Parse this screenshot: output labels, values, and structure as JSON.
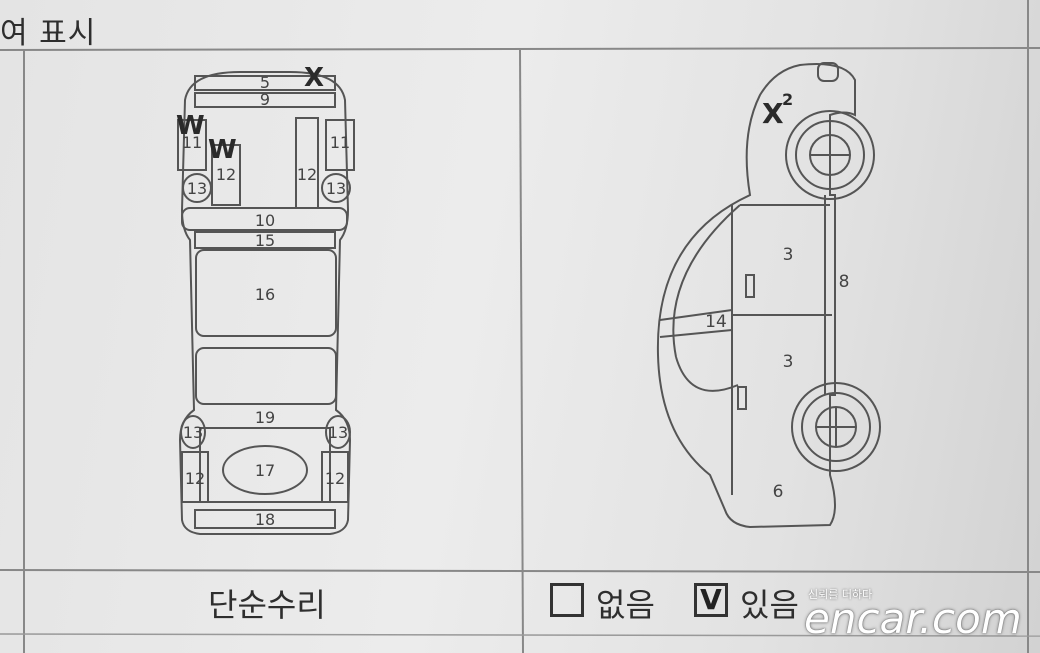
{
  "header": {
    "title_partial": "여 표시"
  },
  "top_view": {
    "parts": {
      "p5": "5",
      "p9": "9",
      "p10": "10",
      "p11": "11",
      "p12": "12",
      "p13": "13",
      "p15": "15",
      "p16": "16",
      "p17": "17",
      "p18": "18",
      "p19": "19"
    },
    "marks": {
      "x": "X",
      "w": "W"
    }
  },
  "side_view": {
    "parts": {
      "p3": "3",
      "p6": "6",
      "p8": "8",
      "p14": "14"
    },
    "marks": {
      "x": "X",
      "x_sup": "2"
    }
  },
  "footer": {
    "simple_repair_label": "단순수리",
    "option_none_label": "없음",
    "option_yes_label": "있음",
    "option_yes_check": "V"
  },
  "watermark": {
    "tagline": "신뢰를 더하다",
    "brand": "encar.com"
  }
}
